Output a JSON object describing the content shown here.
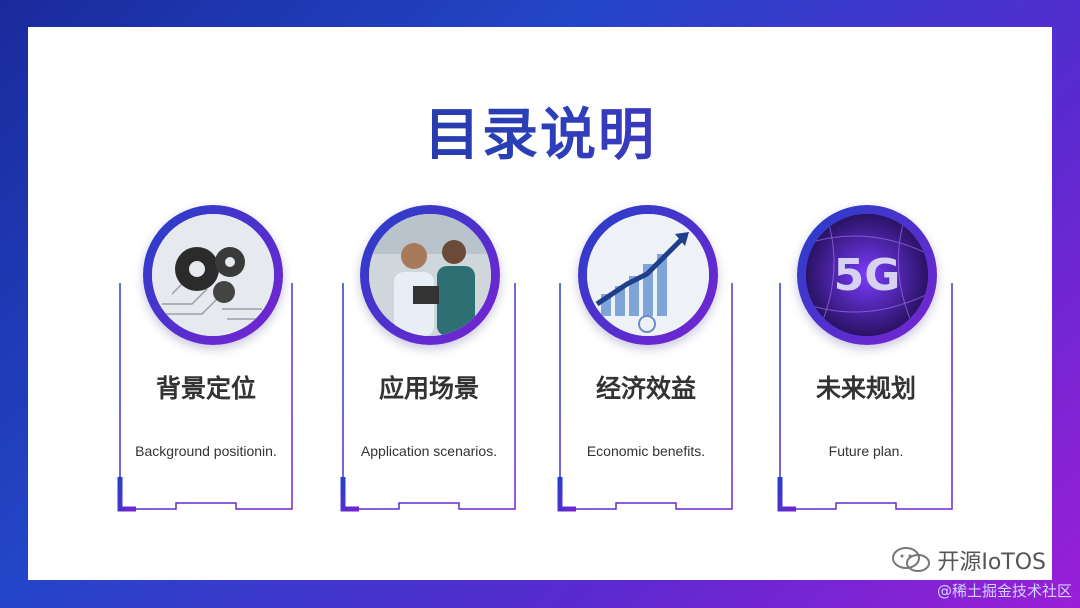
{
  "slide": {
    "title": "目录说明",
    "cards": [
      {
        "title": "背景定位",
        "subtitle": "Background positionin.",
        "image_icon": "gears-circuit-image"
      },
      {
        "title": "应用场景",
        "subtitle": "Application scenarios.",
        "image_icon": "people-tablet-image"
      },
      {
        "title": "经济效益",
        "subtitle": "Economic benefits.",
        "image_icon": "growth-chart-image"
      },
      {
        "title": "未来规划",
        "subtitle": "Future plan.",
        "image_icon": "5g-image"
      }
    ],
    "image_5g_text": "5G"
  },
  "watermark": {
    "brand": "开源IoTOS",
    "source": "@稀土掘金技术社区"
  },
  "colors": {
    "accent_blue": "#2540c8",
    "accent_purple": "#7a22d2",
    "title_blue": "#1d2f86"
  }
}
